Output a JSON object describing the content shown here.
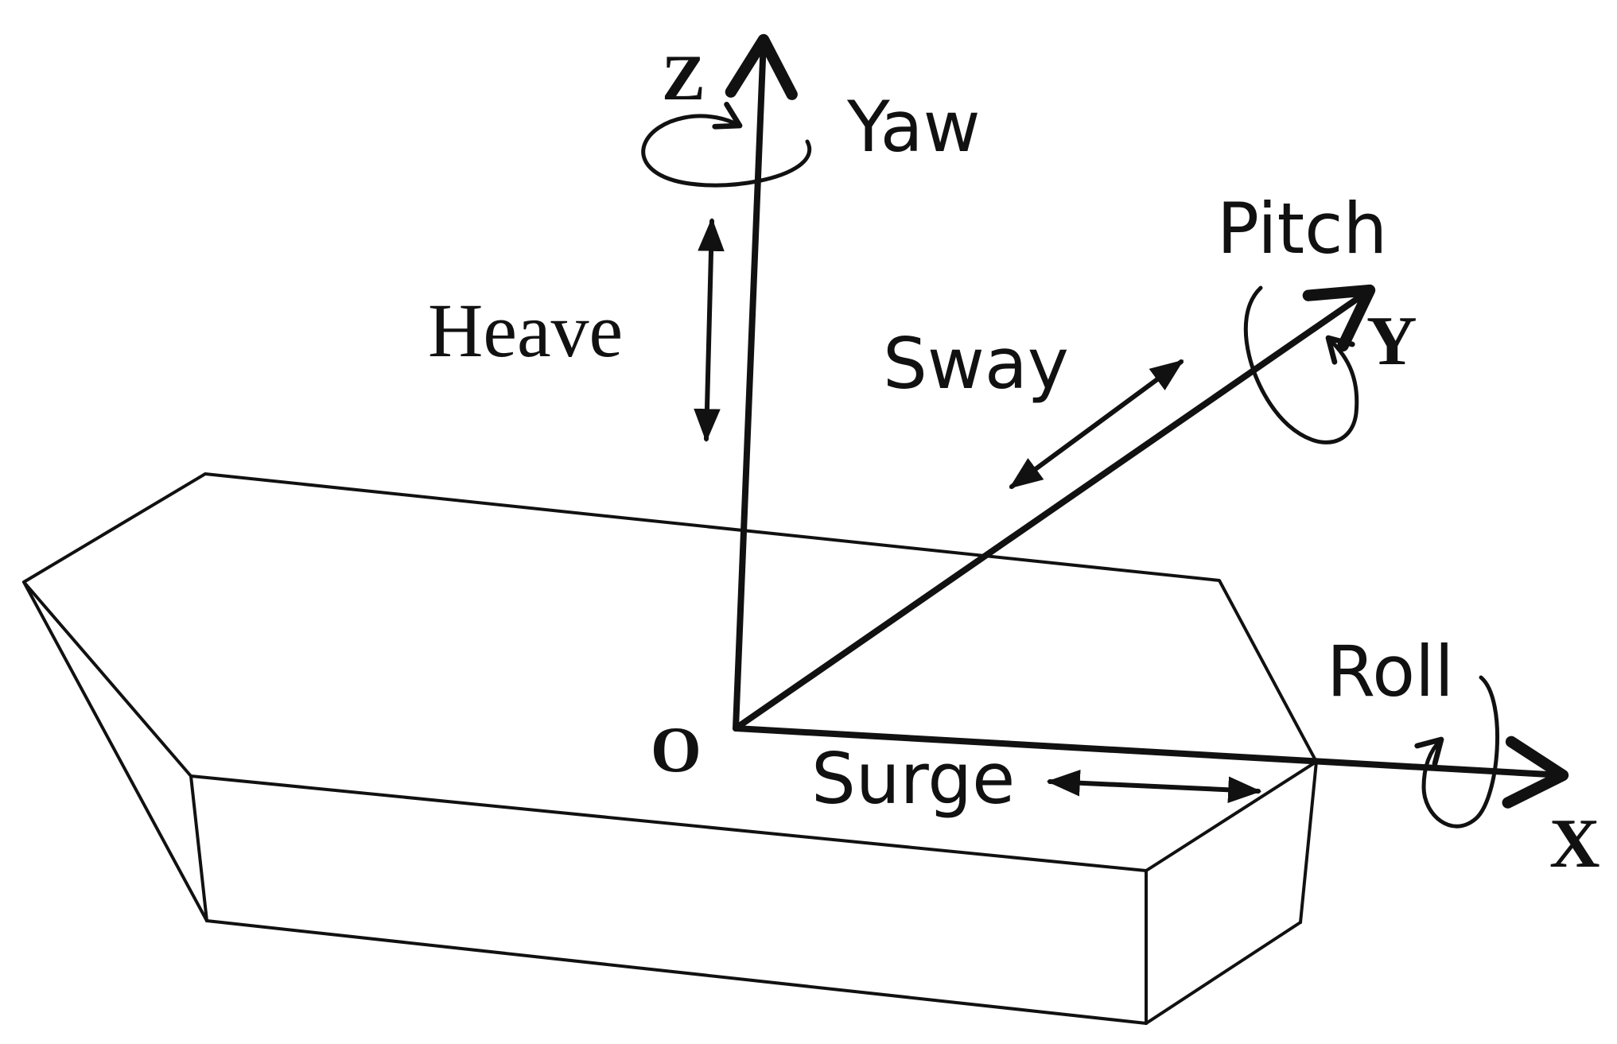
{
  "axes": {
    "x": "X",
    "y": "Y",
    "z": "Z",
    "origin": "O"
  },
  "motions": {
    "yaw": "Yaw",
    "pitch": "Pitch",
    "roll": "Roll",
    "heave": "Heave",
    "sway": "Sway",
    "surge": "Surge"
  },
  "colors": {
    "ink": "#111111",
    "background": "#ffffff"
  }
}
